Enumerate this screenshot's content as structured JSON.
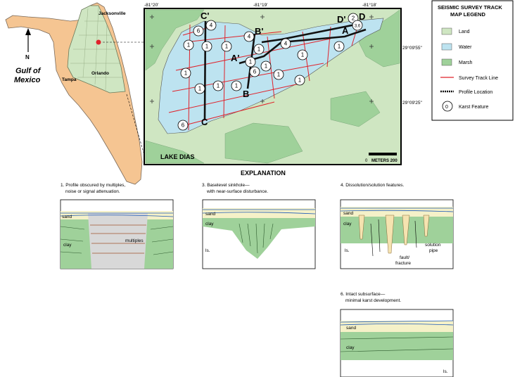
{
  "florida": {
    "city_jax": "Jacksonville",
    "city_orl": "Orlando",
    "city_tampa": "Tampa",
    "north": "N",
    "gulf_line1": "Gulf of",
    "gulf_line2": "Mexico"
  },
  "map": {
    "lon_labels": [
      "-81°20'",
      "-81°19'",
      "-81°18'"
    ],
    "lat_labels": [
      "29°09'55\"",
      "29°09'25\""
    ],
    "lake_name": "LAKE DIAS",
    "scale_label": "METERS 200",
    "scale_zero": "0",
    "profile_letters": {
      "a": "A",
      "a_prime": "A'",
      "b": "B",
      "b_prime": "B'",
      "c": "C",
      "c_prime": "C'",
      "d": "D",
      "d_prime": "D'"
    },
    "karst_features": [
      "6",
      "4",
      "1",
      "1",
      "1",
      "4",
      "1",
      "4",
      "1",
      "1",
      "1",
      "6",
      "1",
      "1",
      "1",
      "1",
      "1",
      "1",
      "1",
      "6",
      "2",
      "3,6"
    ]
  },
  "legend": {
    "title1": "SEISMIC SURVEY TRACK",
    "title2": "MAP LEGEND",
    "items": [
      "Land",
      "Water",
      "Marsh",
      "Survey Track Line",
      "Profile Location",
      "Karst Feature"
    ],
    "karst_symbol": "0",
    "colors": {
      "land": "#cfe6c2",
      "water": "#bde3f0",
      "marsh": "#9fd19a",
      "track": "#e0232b"
    }
  },
  "explanation": {
    "title": "EXPLANATION",
    "panels": [
      {
        "caption1": "1. Profile obscured by multiples,",
        "caption2": "noise or signal attenuation.",
        "labels": {
          "sand": "sand",
          "clay": "clay",
          "multiples": "multiples"
        }
      },
      {
        "caption1": "3. Baselevel sinkhole—",
        "caption2": "with near-surface disturbance.",
        "labels": {
          "sand": "sand",
          "clay": "clay",
          "ls": "ls."
        }
      },
      {
        "caption1": "4. Dissolution/solution features.",
        "caption2": "",
        "labels": {
          "sand": "sand",
          "clay": "clay",
          "ls": "ls.",
          "fault1": "fault/",
          "fault2": "fracture",
          "pipe1": "solution",
          "pipe2": "pipe"
        }
      },
      {
        "caption1": "6. Intact subsurface—",
        "caption2": "minimal karst development.",
        "labels": {
          "sand": "sand",
          "clay": "clay",
          "ls": "ls."
        }
      }
    ]
  }
}
